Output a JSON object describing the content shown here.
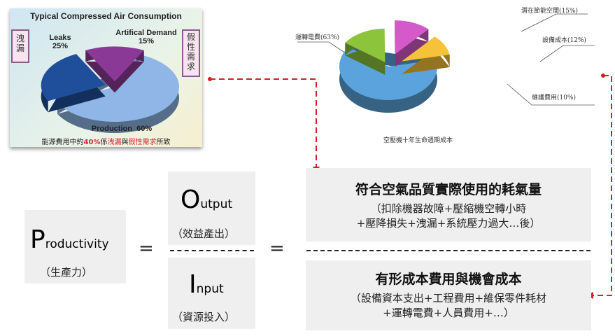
{
  "chart_data": [
    {
      "type": "pie",
      "title": "Typical Compressed Air Consumption",
      "slices": [
        {
          "label": "Production",
          "value": 60,
          "color": "#8fb6e6"
        },
        {
          "label": "Leaks",
          "value": 25,
          "color": "#1f4f9a"
        },
        {
          "label": "Artifical Demand",
          "value": 15,
          "color": "#8a3a96"
        }
      ],
      "value_labels": [
        "60%",
        "25%",
        "15%"
      ],
      "callouts": {
        "leaks": "洩漏",
        "artificial": "假性需求"
      },
      "caption_parts": [
        "能源費用中約",
        "40%",
        "係",
        "洩漏",
        "與",
        "假性需求",
        "所致"
      ]
    },
    {
      "type": "pie",
      "title": "空壓機十年生命週期成本",
      "slices": [
        {
          "label": "運轉電費(63%)",
          "value": 63,
          "color": "#5aa3dc"
        },
        {
          "label": "潛在節能空間(15%)",
          "value": 15,
          "color": "#8cc43c"
        },
        {
          "label": "設備成本(12%)",
          "value": 12,
          "color": "#d35ac8"
        },
        {
          "label": "維護費用(10%)",
          "value": 10,
          "color": "#f5c23a"
        }
      ]
    }
  ],
  "formula": {
    "productivity": {
      "initial": "P",
      "rest": "roductivity",
      "sub": "（生產力）"
    },
    "output": {
      "initial": "O",
      "rest": "utput",
      "sub": "（效益產出）"
    },
    "input": {
      "initial": "I",
      "rest": "nput",
      "sub": "（資源投入）"
    },
    "equals": "=",
    "numerator": {
      "title": "符合空氣品質實際使用的耗氣量",
      "line1": "（扣除機器故障+壓縮機空轉小時",
      "line2": "+壓降損失+洩漏+系統壓力過大…後）"
    },
    "denominator": {
      "title": "有形成本費用與機會成本",
      "line1": "（設備資本支出+工程費用+維保零件耗材",
      "line2": "+運轉電費+人員費用+…）"
    }
  },
  "colors": {
    "arrow": "#d42020"
  }
}
